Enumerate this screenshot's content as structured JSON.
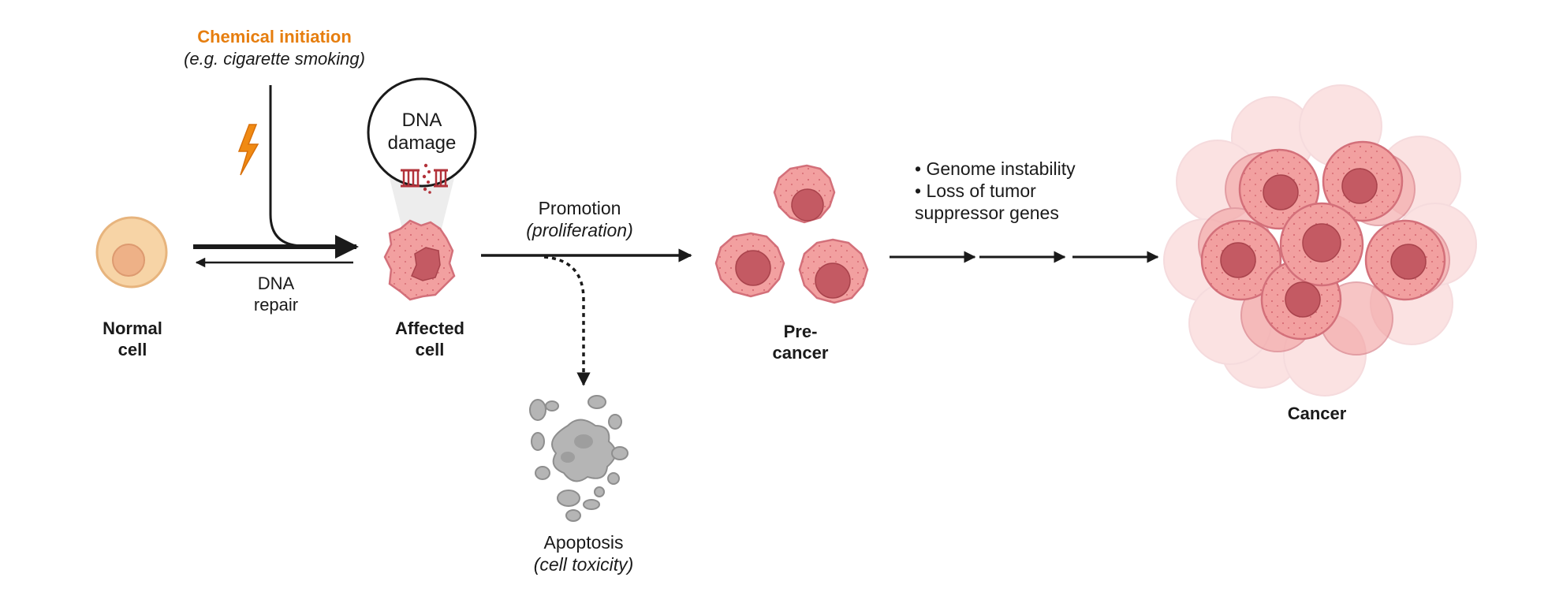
{
  "initiation": {
    "title": "Chemical initiation",
    "example": "(e.g. cigarette smoking)"
  },
  "dna_damage": {
    "line1": "DNA",
    "line2": "damage"
  },
  "repair": {
    "line1": "DNA",
    "line2": "repair"
  },
  "normal_cell": {
    "line1": "Normal",
    "line2": "cell"
  },
  "affected_cell": {
    "line1": "Affected",
    "line2": "cell"
  },
  "promotion": {
    "title": "Promotion",
    "subtitle": "(proliferation)"
  },
  "apoptosis": {
    "title": "Apoptosis",
    "subtitle": "(cell toxicity)"
  },
  "precancer": {
    "line1": "Pre-",
    "line2": "cancer"
  },
  "progression": {
    "bullet1": "• Genome instability",
    "bullet2": "• Loss of tumor",
    "bullet3": "suppressor genes"
  },
  "cancer": {
    "label": "Cancer"
  },
  "colors": {
    "accent_orange": "#e67e0f",
    "cell_pink": "#f2a0a0",
    "nucleus_pink": "#c45a63",
    "normal_cell_fill": "#f7d4a6",
    "normal_nucleus": "#eeb187",
    "dna_red": "#b2323a",
    "dead_cell_gray": "#b5b5b5",
    "arrow": "#1a1a1a"
  }
}
